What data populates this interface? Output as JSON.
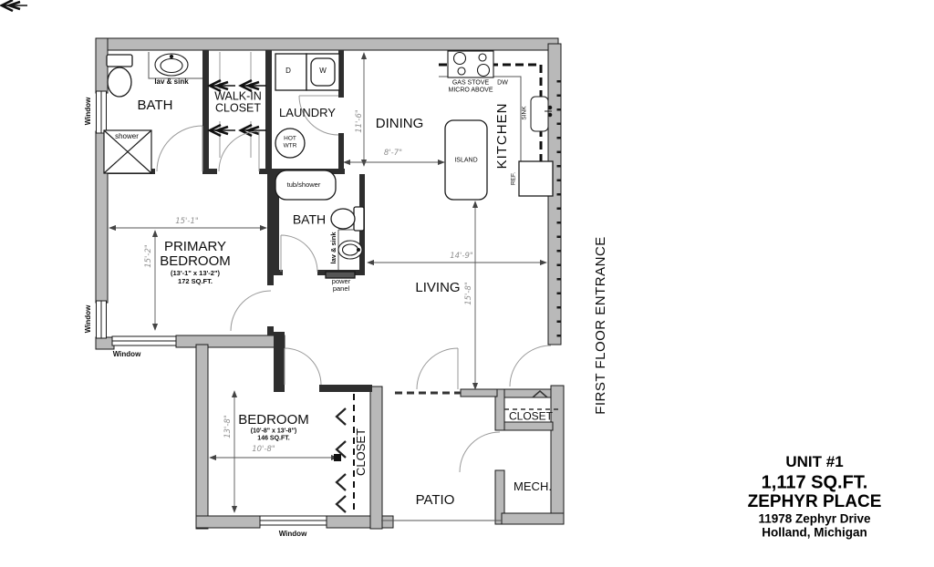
{
  "colors": {
    "wall_gray": "#b9b9b9",
    "line": "#1a1a1a",
    "dim_text": "#8f8f8f"
  },
  "rooms": {
    "bath1": "BATH",
    "walk_in_line1": "WALK-IN",
    "walk_in_line2": "CLOSET",
    "laundry": "LAUNDRY",
    "dining": "DINING",
    "kitchen": "KITCHEN",
    "bath2": "BATH",
    "living": "LIVING",
    "primary_line1": "PRIMARY",
    "primary_line2": "BEDROOM",
    "primary_dims": "(13'-1\" x 13'-2\")",
    "primary_area": "172 SQ.FT.",
    "bedroom": "BEDROOM",
    "bedroom_dims": "(10'-8\" x 13'-8\")",
    "bedroom_area": "146 SQ.FT.",
    "bedroom_closet": "CLOSET",
    "entry_closet": "CLOSET",
    "patio": "PATIO",
    "mech": "MECH."
  },
  "fixtures": {
    "lav_sink_1": "lav & sink",
    "shower": "shower",
    "dryer": "D",
    "washer": "W",
    "hot_wtr_line1": "HOT",
    "hot_wtr_line2": "WTR",
    "tub_shower": "tub/shower",
    "lav_sink_2": "lav & sink",
    "power_panel_line1": "power",
    "power_panel_line2": "panel",
    "gas_stove_line1": "GAS STOVE",
    "gas_stove_line2": "MICRO ABOVE",
    "dw": "DW",
    "sink": "SINK",
    "island": "ISLAND",
    "ref": "REF."
  },
  "dimensions": {
    "dining_depth": "11'-6\"",
    "dining_island": "8'-7\"",
    "living_width": "14'-9\"",
    "living_depth": "15'-8\"",
    "primary_width": "15'-1\"",
    "primary_depth": "15'-2\"",
    "bedroom_width": "10'-8\"",
    "bedroom_depth": "13'-8\""
  },
  "windows": {
    "label": "Window"
  },
  "entrance": {
    "label": "FIRST FLOOR ENTRANCE"
  },
  "title_block": {
    "unit": "UNIT #1",
    "area": "1,117 SQ.FT.",
    "community": "ZEPHYR PLACE",
    "address_line1": "11978 Zephyr Drive",
    "address_line2": "Holland, Michigan"
  }
}
